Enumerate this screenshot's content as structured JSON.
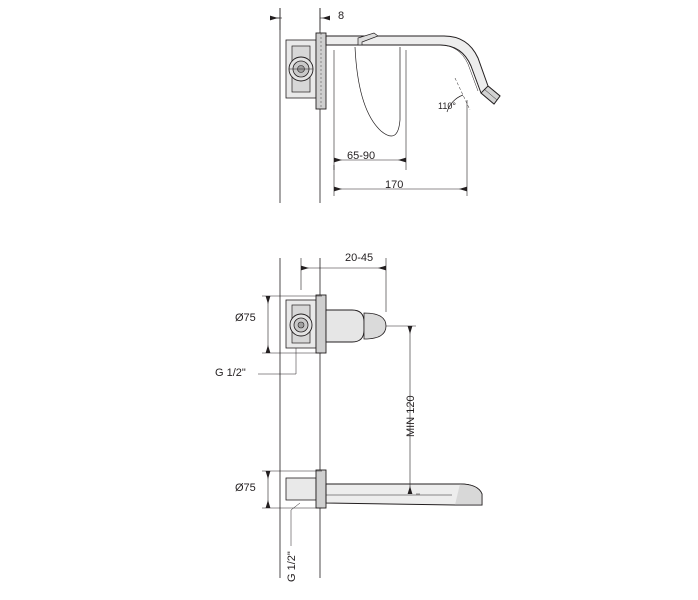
{
  "drawing": {
    "title": "wall-mounted basin mixer technical drawing",
    "line_color": "#231f20",
    "fill_light": "#f2f2f2",
    "fill_mid": "#d9d9d9",
    "fill_dark": "#bfbfbf",
    "wall_color": "#e8e8e8"
  },
  "views": {
    "top": {
      "name": "plan-view",
      "dimensions": {
        "wall_thickness": "8",
        "projection_range": "65-90",
        "total_projection": "170",
        "spout_angle": "110°"
      }
    },
    "bottom": {
      "name": "elevation-view",
      "dimensions": {
        "handle_depth": "20-45",
        "escutcheon_diameter_upper": "Ø75",
        "escutcheon_diameter_lower": "Ø75",
        "inlet_upper": "G 1/2\"",
        "inlet_lower": "G 1/2\"",
        "min_height": "MIN 120"
      }
    }
  },
  "labels": {
    "d8": "8",
    "d65_90": "65-90",
    "d170": "170",
    "angle110": "110°",
    "d20_45": "20-45",
    "dia75_top": "Ø75",
    "dia75_bottom": "Ø75",
    "g12_top": "G 1/2\"",
    "g12_bottom": "G 1/2\"",
    "min120": "MIN 120"
  }
}
